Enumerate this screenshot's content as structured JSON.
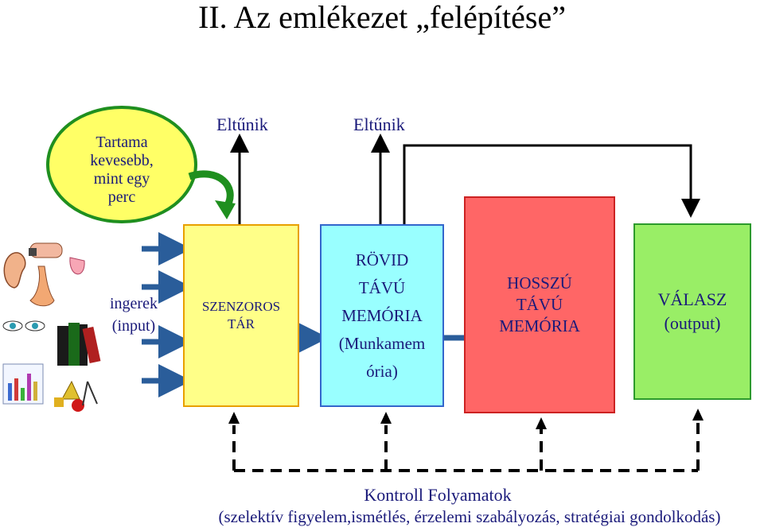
{
  "title": "II. Az emlékezet „felépítése”",
  "bubble": {
    "line1": "Tartama",
    "line2": "kevesebb,",
    "line3": "mint egy",
    "line4": "perc"
  },
  "eltunik_left": "Eltűnik",
  "eltunik_right": "Eltűnik",
  "side": {
    "line1": "ingerek",
    "line2": "(input)"
  },
  "boxes": {
    "szenzoros": {
      "line1": "SZENZOROS",
      "line2": "TÁR"
    },
    "rovid": {
      "line1": "RÖVID",
      "line2": "TÁVÚ",
      "line3": "MEMÓRIA",
      "line4": "(Munkamem",
      "line5": "ória)"
    },
    "hosszu": {
      "line1": "HOSSZÚ",
      "line2": "TÁVÚ",
      "line3": "MEMÓRIA"
    },
    "valasz": {
      "line1": "VÁLASZ",
      "line2": "(output)"
    }
  },
  "kontroll": {
    "title": "Kontroll Folyamatok",
    "subtitle": "(szelektív figyelem,ismétlés, érzelemi szabályozás, stratégiai gondolkodás)"
  },
  "colors": {
    "text": "#1a1a7a",
    "arrow_blue": "#2a5d9a",
    "bubble_fill": "#ffff66",
    "bubble_border": "#1f8f1f"
  },
  "icons": [
    "ear-icon",
    "hand-icon",
    "tongue-icon",
    "nose-icon",
    "eyes-icon",
    "books-icon",
    "chart-icon",
    "geometry-icon"
  ]
}
